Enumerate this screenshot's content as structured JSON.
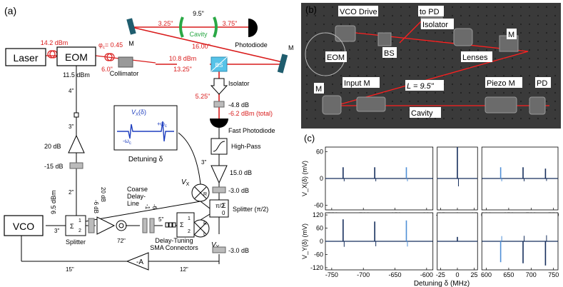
{
  "panels": {
    "a": "(a)",
    "b": "(b)",
    "c": "(c)"
  },
  "schematic": {
    "laser": "Laser",
    "eom": "EOM",
    "vco": "VCO",
    "collimator": "Collimator",
    "bs": "BS",
    "isolator": "Isolator",
    "fast_pd": "Fast Photodiode",
    "high_pass": "High-Pass",
    "photodiode": "Photodiode",
    "cavity": "Cavity",
    "cavity_len": "9.5\"",
    "m": "M",
    "p_14_2": "14.2 dBm",
    "phi": "φ",
    "phi_sub": "c",
    "phi_val": "= 0.45",
    "p_10_8": "10.8 dBm",
    "d_13_25": "13.25\"",
    "d_6_0": "6.0\"",
    "d_3_25": "3.25\"",
    "d_3_75": "3.75\"",
    "d_16": "16.00\"",
    "d_5_25": "5.25\"",
    "att_4_8": "-4.8 dB",
    "att_6_2": "-6.2 dBm (total)",
    "p_11_5": "11.5 dBm",
    "d_4": "4\"",
    "d_3": "3\"",
    "amp20": "20 dB",
    "att15": "-15 dB",
    "d_2": "2\"",
    "p_9_5": "9.5 dBm",
    "sigma": "Σ",
    "n1": "1",
    "n2": "2",
    "splitter": "Splitter",
    "att6": "-6",
    "db": "dB",
    "amp20v": "20 dB",
    "delay_line": [
      "Coarse",
      "Delay-",
      "Line"
    ],
    "d_72": "72\"",
    "att1": "-1",
    "d_5": "5\"",
    "sma": [
      "Delay-Tuning",
      "SMA Connectors"
    ],
    "amp15": "15.0 dB",
    "att3a": "-3.0 dB",
    "splitter_pi": "Splitter (π/2)",
    "pi2": "π/2",
    "zero": "0",
    "vx": "V",
    "vx_sub": "X",
    "vy": "V",
    "vy_sub": "Y",
    "r": "R",
    "l": "L",
    "att3b": "-3.0 dB",
    "amp_a": "-A",
    "d_15": "15\"",
    "d_12": "12\"",
    "inset_label": "V",
    "inset_sub": "X",
    "inset_arg": "(δ)",
    "minus_w": "-ω",
    "plus_w": "+ω",
    "w_sub": "c",
    "detuning": "Detuning δ"
  },
  "photo": {
    "vco_drive": "VCO Drive",
    "to_pd": "to PD",
    "isolator": "Isolator",
    "m": "M",
    "eom": "EOM",
    "bs": "BS",
    "lenses": "Lenses",
    "input_m": "Input M",
    "piezo_m": "Piezo M",
    "pd": "PD",
    "length": "L = 9.5\"",
    "cavity": "Cavity",
    "colors": {
      "bg": "#3a3a3a",
      "beam": "#ff2020",
      "table": "#8d8d8d"
    }
  },
  "chart_data": [
    {
      "type": "line",
      "title": "",
      "ylabel": "V_X(δ) (mV)",
      "xlabel": "",
      "ylim": [
        -70,
        70
      ],
      "yticks": [
        -60,
        0,
        60
      ],
      "x_segments": [
        [
          -760,
          -590
        ],
        [
          -30,
          30
        ],
        [
          590,
          760
        ]
      ],
      "x_tick_labels": [
        "-750",
        "-700",
        "-650",
        "-600",
        "-25",
        "0",
        "25",
        "600",
        "650",
        "700",
        "750"
      ],
      "series": [
        {
          "color": "#162e5c",
          "peaks": [
            {
              "x": -732,
              "v": 25
            },
            {
              "x": -682,
              "v": 25
            },
            {
              "x": 0,
              "v": 70
            },
            {
              "x": 682,
              "v": 25
            },
            {
              "x": 732,
              "v": 22
            }
          ]
        },
        {
          "color": "#4f8fd6",
          "peaks": [
            {
              "x": -632,
              "v": 25
            },
            {
              "x": 632,
              "v": 25
            }
          ]
        }
      ]
    },
    {
      "type": "line",
      "title": "",
      "ylabel": "V_Y(δ) (mV)",
      "xlabel": "Detuning δ (MHz)",
      "ylim": [
        -130,
        130
      ],
      "yticks": [
        -120,
        -60,
        0,
        60,
        120
      ],
      "x_segments": [
        [
          -760,
          -590
        ],
        [
          -30,
          30
        ],
        [
          590,
          760
        ]
      ],
      "x_tick_labels": [
        "-750",
        "-700",
        "-650",
        "-600",
        "-25",
        "0",
        "25",
        "600",
        "650",
        "700",
        "750"
      ],
      "series": [
        {
          "color": "#162e5c",
          "peaks": [
            {
              "x": -732,
              "v": 100
            },
            {
              "x": -682,
              "v": 90
            },
            {
              "x": 0,
              "v": 20
            },
            {
              "x": 682,
              "v": -100
            },
            {
              "x": 732,
              "v": -110
            }
          ]
        },
        {
          "color": "#4f8fd6",
          "peaks": [
            {
              "x": -632,
              "v": 95
            },
            {
              "x": 632,
              "v": -95
            }
          ]
        }
      ]
    }
  ]
}
